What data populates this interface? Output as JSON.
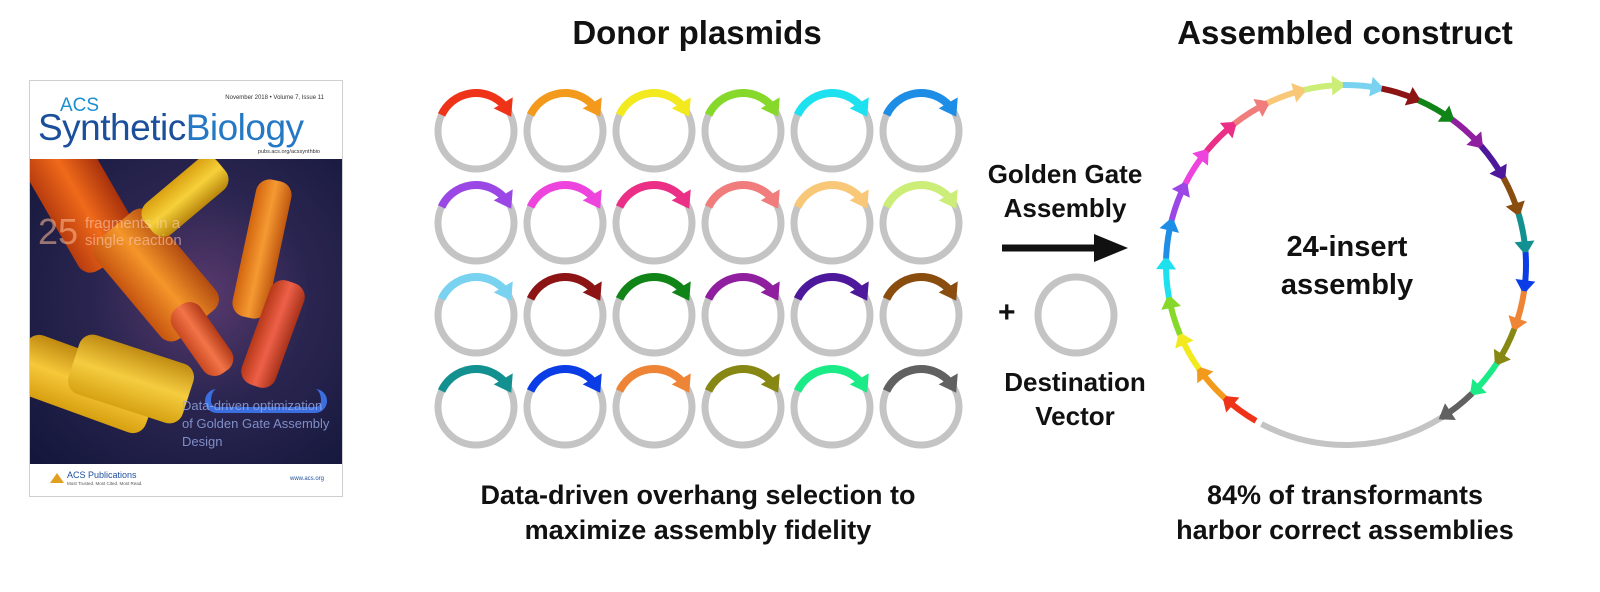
{
  "cover": {
    "acs": "ACS",
    "journal_title_a": "Synthetic",
    "journal_title_b": "Biology",
    "issue": "November 2018 • Volume 7, Issue 11",
    "url": "pubs.acs.org/acssynthbio",
    "big_number": "25",
    "tagline": "fragments in a single reaction",
    "article_title": "Data-driven optimization of Golden Gate Assembly Design",
    "publisher": "ACS Publications",
    "publisher_tag": "Most Trusted. Most Cited. Most Read.",
    "website": "www.acs.org"
  },
  "donor_heading": "Donor plasmids",
  "assembled_heading": "Assembled construct",
  "golden_gate_label": [
    "Golden Gate",
    "Assembly"
  ],
  "plus_sign": "+",
  "destination_label": [
    "Destination",
    "Vector"
  ],
  "center_label": [
    "24-insert",
    "assembly"
  ],
  "left_caption": [
    "Data-driven overhang selection to",
    "maximize assembly fidelity"
  ],
  "right_caption": [
    "84% of transformants",
    "harbor correct assemblies"
  ],
  "colors": {
    "backbone": "#c4c4c4",
    "inserts": [
      "#ee3319",
      "#f39a1c",
      "#f2ea1e",
      "#86d92a",
      "#1ee1ef",
      "#1e8de6",
      "#9b47e6",
      "#ee44de",
      "#ec2f86",
      "#f07c7c",
      "#f8c878",
      "#ccee78",
      "#78d2f0",
      "#8c1414",
      "#118418",
      "#8f1f9f",
      "#4d189c",
      "#8a4d10",
      "#139090",
      "#0b3de6",
      "#ee8536",
      "#878713",
      "#1aeb86",
      "#616161"
    ]
  }
}
